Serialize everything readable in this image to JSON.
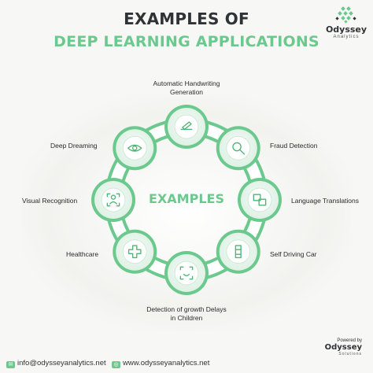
{
  "header": {
    "title_line1": "EXAMPLES OF",
    "title_line2": "DEEP LEARNING APPLICATIONS"
  },
  "brand": {
    "name": "Odyssey",
    "sub": "Analytics"
  },
  "center_word": "EXAMPLES",
  "nodes": [
    {
      "label_line1": "Automatic Handwriting",
      "label_line2": "Generation",
      "icon": "handwriting-icon"
    },
    {
      "label_line1": "Fraud Detection",
      "icon": "fraud-search-icon"
    },
    {
      "label_line1": "Language Translations",
      "icon": "translation-icon"
    },
    {
      "label_line1": "Self Driving Car",
      "icon": "self-driving-icon"
    },
    {
      "label_line1": "Detection of growth Delays",
      "label_line2": "in Children",
      "icon": "face-scan-icon"
    },
    {
      "label_line1": "Healthcare",
      "icon": "medical-cross-icon"
    },
    {
      "label_line1": "Visual Recognition",
      "icon": "face-recognition-icon"
    },
    {
      "label_line1": "Deep Dreaming",
      "icon": "eye-icon"
    }
  ],
  "footer": {
    "email": "info@odysseyanalytics.net",
    "website": "www.odysseyanalytics.net",
    "powered_by": "Powered by",
    "powered_name": "Odyssey",
    "powered_sub": "Solutions"
  },
  "colors": {
    "accent": "#6cc98e",
    "accent_dark": "#4fb576",
    "node_fill": "#e8f6ec",
    "text": "#2f3336"
  }
}
